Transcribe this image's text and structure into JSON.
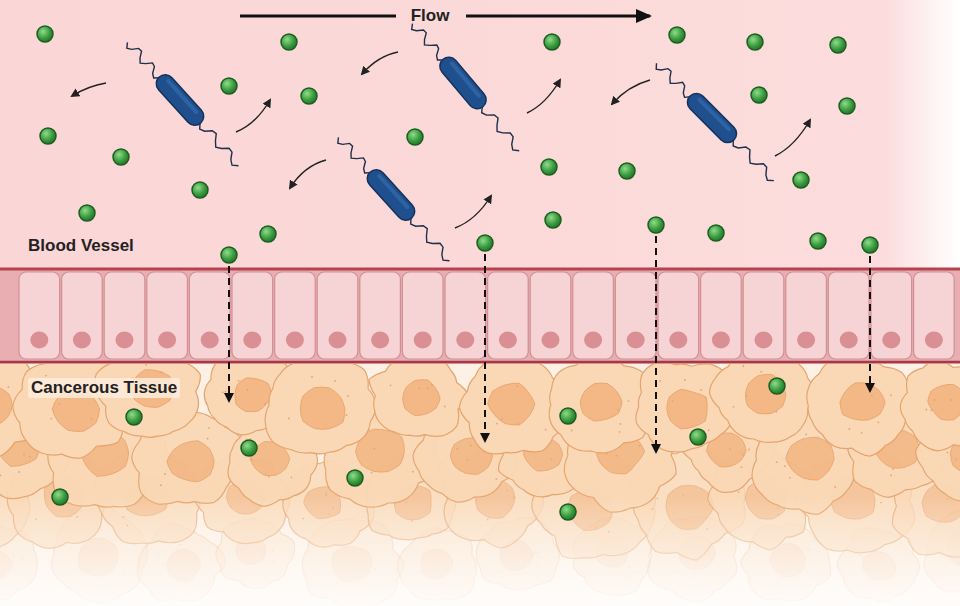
{
  "diagram": {
    "labels": [
      "Flow",
      "Blood Vessel",
      "Cancerous Tissue"
    ]
  }
}
